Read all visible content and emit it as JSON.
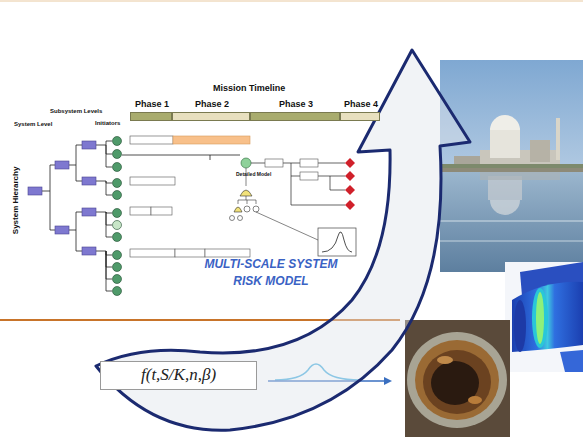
{
  "diagram": {
    "nodes": [
      {
        "text": [
          "Phase 1"
        ]
      },
      {
        "text": [
          "Phase 2"
        ]
      },
      {
        "text": [
          "Phase 3"
        ]
      },
      {
        "text": [
          "Phase 4"
        ]
      },
      {
        "text": [
          "f(t,S/K,n,β)"
        ]
      }
    ],
    "labels": [
      "Mission Timeline",
      "Subsystem Levels",
      "System Level",
      "Initiators",
      "System Hierarchy",
      "Detailed Model",
      "MULTI-SCALE SYSTEM RISK MODEL"
    ]
  }
}
